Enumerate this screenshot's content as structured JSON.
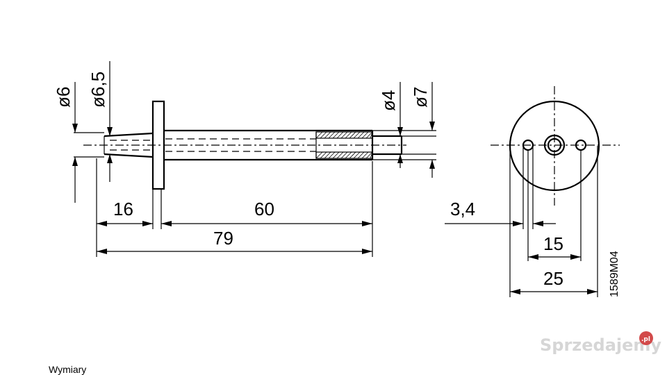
{
  "drawing": {
    "code": "1589M04",
    "side_view": {
      "dia_left_outer": "ø6",
      "dia_left_inner": "ø6,5",
      "dia_right_inner": "ø4",
      "dia_right_outer": "ø7",
      "len_front": "16",
      "len_rear": "60",
      "len_total": "79"
    },
    "end_view": {
      "hole_dia": "3,4",
      "hole_spacing": "15",
      "flange_dia": "25"
    }
  },
  "watermark": {
    "brand": "Sprzedajemy",
    "tld": ".pl"
  },
  "bottom_text": "Wymiary"
}
